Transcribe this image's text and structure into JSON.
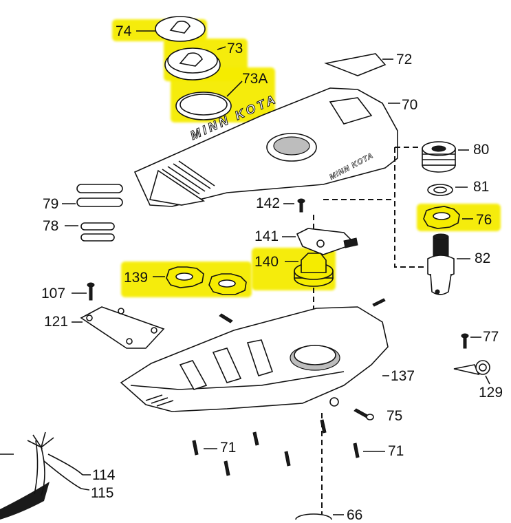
{
  "diagram": {
    "highlight_color": "#f5ec00",
    "line_color": "#111111",
    "labels": {
      "p74": "74",
      "p73": "73",
      "p73a": "73A",
      "p72": "72",
      "p70": "70",
      "p80": "80",
      "p81": "81",
      "p76": "76",
      "p82": "82",
      "p79": "79",
      "p78": "78",
      "p142": "142",
      "p141": "141",
      "p140": "140",
      "p139": "139",
      "p107": "107",
      "p121": "121",
      "p77": "77",
      "p129": "129",
      "p137": "137",
      "p75": "75",
      "p71a": "71",
      "p71b": "71",
      "p114": "114",
      "p115": "115",
      "p66": "66"
    },
    "highlighted_parts": [
      "74",
      "73",
      "73A",
      "76",
      "140",
      "139"
    ],
    "brand_text": "MINN KOTA"
  }
}
